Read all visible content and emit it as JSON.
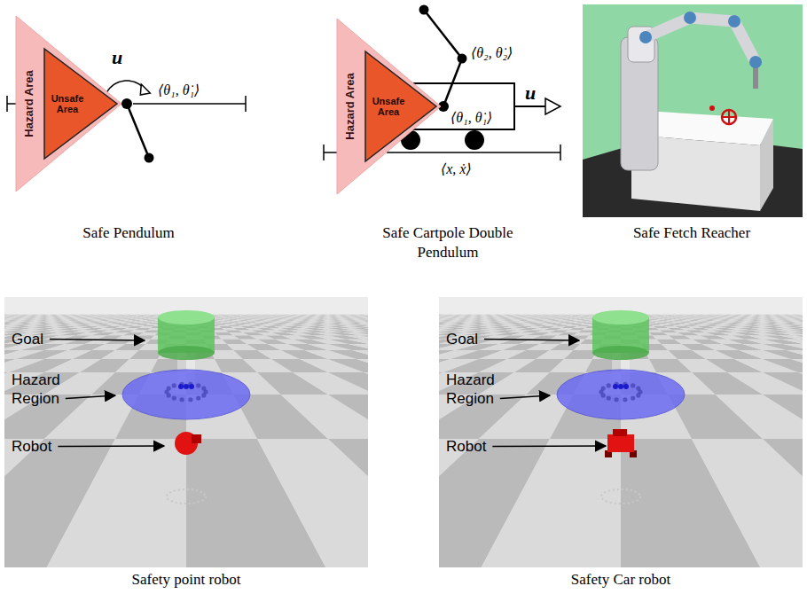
{
  "diagram": {
    "nodes": [
      {
        "text": [
          "Hazard Area"
        ]
      },
      {
        "text": [
          "Unsafe Area"
        ],
        "in": 0
      },
      {
        "text": [
          "Hazard Area"
        ]
      },
      {
        "text": [
          "Unsafe Area"
        ],
        "in": 2
      }
    ],
    "labels": [
      "u",
      "⟨θ₁, θ̇₁⟩",
      "Safe Pendulum",
      "⟨θ₂, θ̇₂⟩",
      "⟨θ₁, θ̇₁⟩",
      "u",
      "⟨x, ẋ⟩",
      "Safe Cartpole Double Pendulum",
      "Safe Fetch Reacher",
      "Goal",
      "Hazard Region",
      "Robot",
      "Safety point robot",
      "Goal",
      "Hazard Region",
      "Robot",
      "Safety Car robot"
    ]
  }
}
